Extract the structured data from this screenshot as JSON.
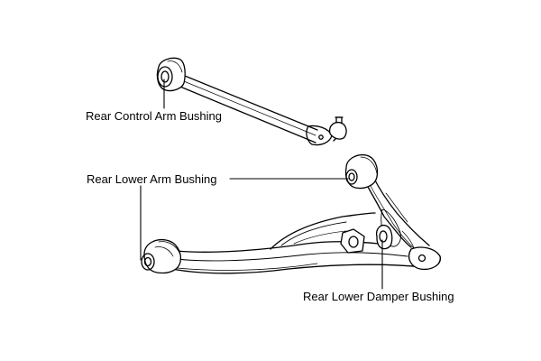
{
  "labels": {
    "rear_control_arm_bushing": "Rear Control Arm Bushing",
    "rear_lower_arm_bushing": "Rear Lower Arm Bushing",
    "rear_lower_damper_bushing": "Rear Lower Damper Bushing"
  },
  "colors": {
    "line": "#000000",
    "background": "#ffffff",
    "shade": "#e9e9e9"
  }
}
